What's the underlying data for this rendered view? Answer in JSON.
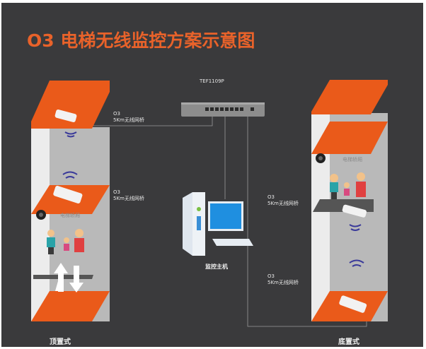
{
  "title": "O3 电梯无线监控方案示意图",
  "switch": {
    "model": "TEF1109P"
  },
  "host": {
    "label": "监控主机"
  },
  "bridges": [
    {
      "model": "O3",
      "desc": "5Km无线网桥"
    },
    {
      "model": "O3",
      "desc": "5Km无线网桥"
    },
    {
      "model": "O3",
      "desc": "5Km无线网桥"
    },
    {
      "model": "O3",
      "desc": "5Km无线网桥"
    }
  ],
  "car_label_left": "电梯轿厢",
  "car_label_right": "电梯轿厢",
  "modes": {
    "left": "顶置式",
    "right": "底置式"
  },
  "colors": {
    "background": "#3a3a3c",
    "accent": "#e8622a",
    "shaft": "#b9b9b9",
    "wifi": "#3a3a9a"
  }
}
